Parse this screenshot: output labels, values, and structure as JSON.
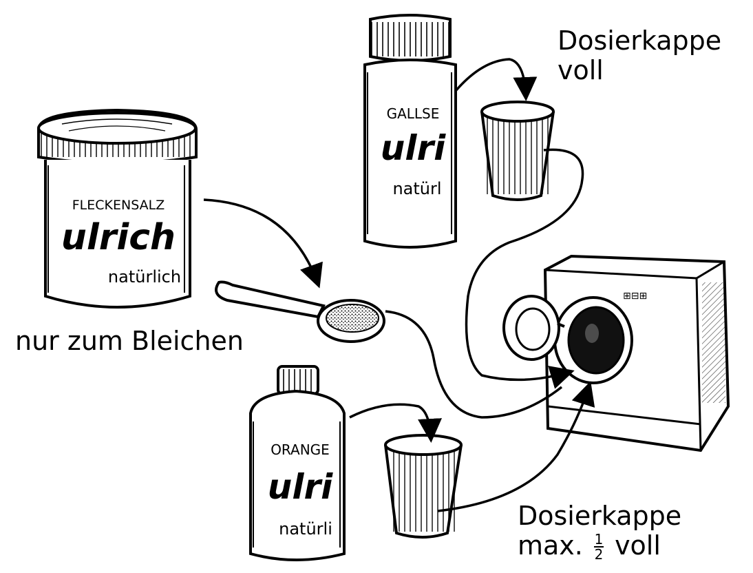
{
  "products": {
    "fleckensalz": {
      "label": "FLECKENSALZ",
      "brand": "ulrich",
      "sub": "natürlich"
    },
    "gallseife": {
      "label": "GALLSE",
      "brand": "ulri",
      "sub": "natürl"
    },
    "orange": {
      "label": "ORANGE",
      "brand": "ulri",
      "sub": "natürli"
    }
  },
  "captions": {
    "top_line1": "Dosierkappe",
    "top_line2": "voll",
    "left": "nur zum Bleichen",
    "bottom_line1": "Dosierkappe",
    "bottom_prefix": "max.",
    "bottom_frac_num": "1",
    "bottom_frac_den": "2",
    "bottom_suffix": "voll"
  },
  "machine_badge": "⊞⊟⊞",
  "colors": {
    "ink": "#000000",
    "paper": "#ffffff"
  }
}
